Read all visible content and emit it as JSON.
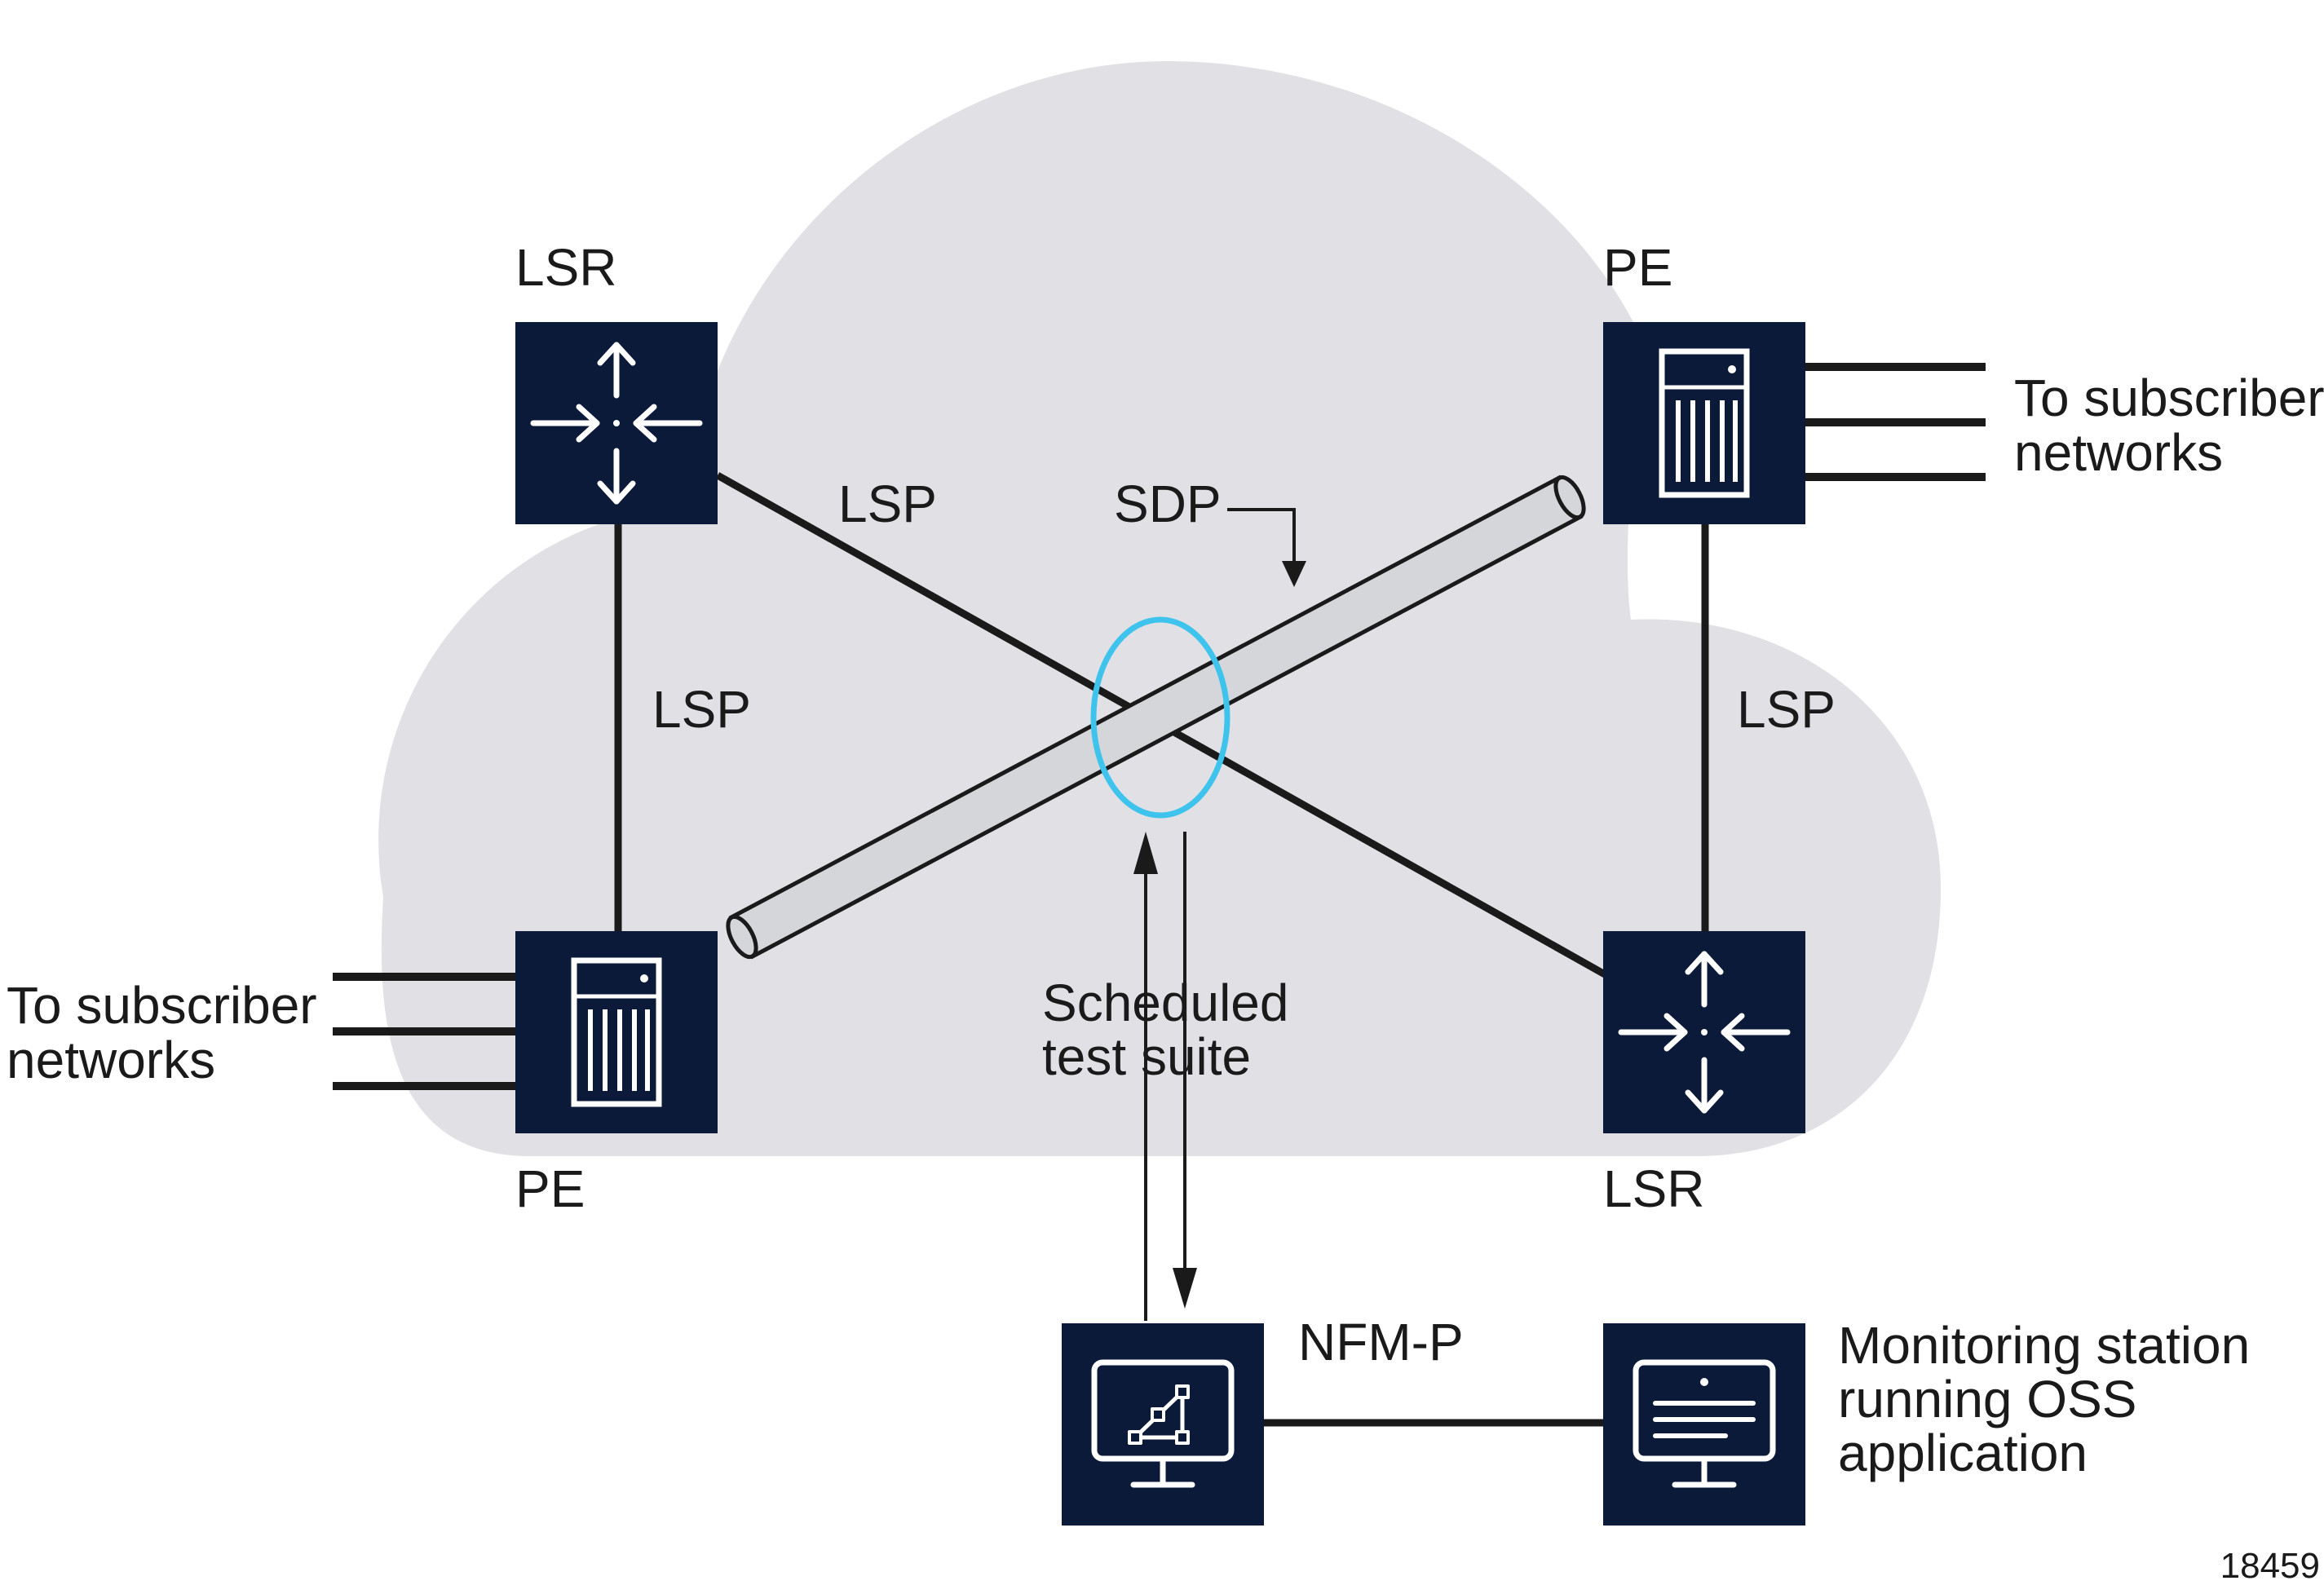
{
  "colors": {
    "cloud": "#e0e0e5",
    "device": "#0c1a3a",
    "line": "#1a1a1a",
    "highlight": "#3ec3ec",
    "tunnel": "#d4d6d9"
  },
  "nodes": {
    "lsr_top": {
      "label": "LSR",
      "icon": "router-arrows-icon"
    },
    "pe_top": {
      "label": "PE",
      "icon": "server-rack-icon"
    },
    "pe_bottom": {
      "label": "PE",
      "icon": "server-rack-icon"
    },
    "lsr_bottom": {
      "label": "LSR",
      "icon": "router-arrows-icon"
    },
    "nfm": {
      "label": "NFM-P",
      "icon": "monitor-network-icon"
    },
    "monitoring": {
      "label_lines": [
        "Monitoring station",
        "running OSS",
        "application"
      ],
      "icon": "monitor-document-icon"
    }
  },
  "links": {
    "lsp_diag": "LSP",
    "lsp_left": "LSP",
    "lsp_right": "LSP",
    "sdp": "SDP"
  },
  "subscriber_right": [
    "To subscriber",
    "networks"
  ],
  "subscriber_left": [
    "To subscriber",
    "networks"
  ],
  "test_suite": [
    "Scheduled",
    "test suite"
  ],
  "figure_id": "18459"
}
